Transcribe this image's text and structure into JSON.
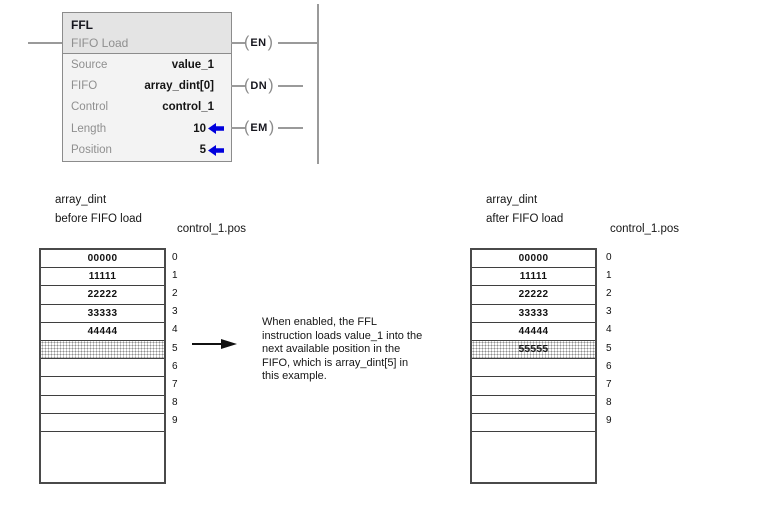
{
  "ladder": {
    "block": {
      "name": "FFL",
      "title": "FIFO Load",
      "params": [
        {
          "label": "Source",
          "value": "value_1"
        },
        {
          "label": "FIFO",
          "value": "array_dint[0]"
        },
        {
          "label": "Control",
          "value": "control_1"
        },
        {
          "label": "Length",
          "value": "10"
        },
        {
          "label": "Position",
          "value": "5"
        }
      ]
    },
    "coils": [
      {
        "label": "EN"
      },
      {
        "label": "DN"
      },
      {
        "label": "EM"
      }
    ]
  },
  "before_array": {
    "title_line1": "array_dint",
    "title_line2": "before FIFO load",
    "pos_label": "control_1.pos",
    "cells": [
      "00000",
      "11111",
      "22222",
      "33333",
      "44444",
      "",
      "",
      "",
      "",
      ""
    ],
    "positions": [
      "0",
      "1",
      "2",
      "3",
      "4",
      "5",
      "6",
      "7",
      "8",
      "9"
    ]
  },
  "after_array": {
    "title_line1": "array_dint",
    "title_line2": "after FIFO load",
    "pos_label": "control_1.pos",
    "cells": [
      "00000",
      "11111",
      "22222",
      "33333",
      "44444",
      "55555",
      "",
      "",
      "",
      ""
    ],
    "positions": [
      "0",
      "1",
      "2",
      "3",
      "4",
      "5",
      "6",
      "7",
      "8",
      "9"
    ]
  },
  "annotation": {
    "lines": [
      "When enabled, the FFL",
      "instruction loads value_1 into the",
      "next available position in the",
      "FIFO, which is array_dint[5] in",
      "this example."
    ]
  },
  "colors": {
    "arrow_blue": "#0000dd",
    "wire_gray": "#9a9a9a"
  }
}
